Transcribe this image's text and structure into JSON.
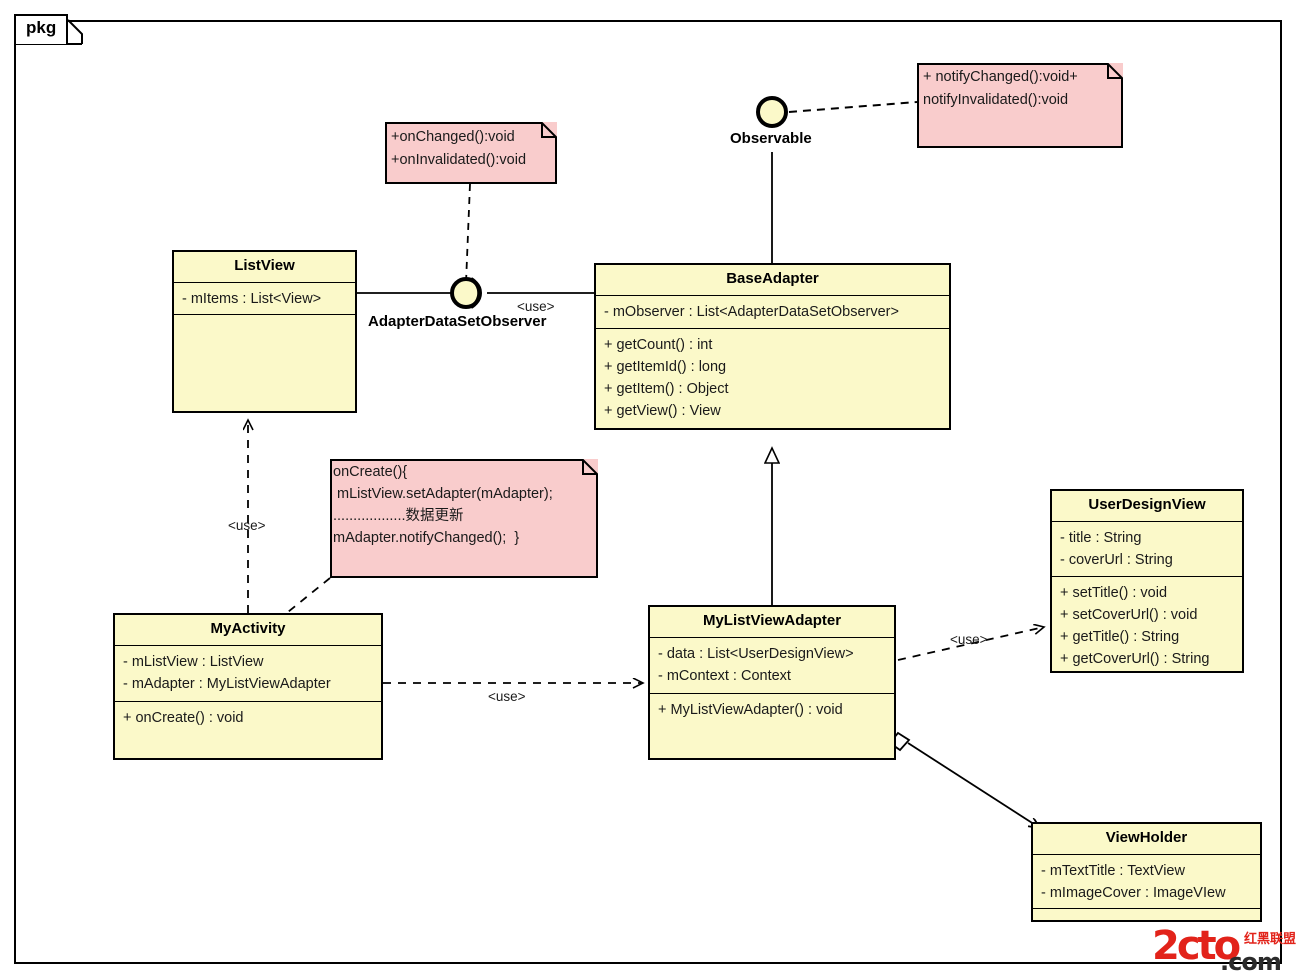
{
  "diagram": {
    "type": "uml-class-diagram",
    "package_label": "pkg",
    "background": "#ffffff",
    "class_fill": "#fbf9c9",
    "note_fill": "#f9cccc",
    "stroke": "#000000"
  },
  "classes": {
    "listview": {
      "name": "ListView",
      "attributes": [
        "- mItems : List<View>"
      ],
      "operations": []
    },
    "base_adapter": {
      "name": "BaseAdapter",
      "attributes": [
        "- mObserver : List<AdapterDataSetObserver>"
      ],
      "operations": [
        "+ getCount() : int",
        "+ getItemId() : long",
        "+ getItem() : Object",
        "+ getView() : View"
      ]
    },
    "my_activity": {
      "name": "MyActivity",
      "attributes": [
        "- mListView : ListView",
        "- mAdapter : MyListViewAdapter"
      ],
      "operations": [
        "+ onCreate() : void"
      ]
    },
    "my_list_view_adapter": {
      "name": "MyListViewAdapter",
      "attributes": [
        "- data : List<UserDesignView>",
        "- mContext : Context"
      ],
      "operations": [
        "+ MyListViewAdapter() : void"
      ]
    },
    "user_design_view": {
      "name": "UserDesignView",
      "attributes": [
        "- title : String",
        "- coverUrl : String"
      ],
      "operations": [
        "+ setTitle() : void",
        "+ setCoverUrl() : void",
        "+ getTitle() : String",
        "+ getCoverUrl() : String"
      ]
    },
    "view_holder": {
      "name": "ViewHolder",
      "attributes": [
        "- mTextTitle : TextView",
        "- mImageCover : ImageVIew"
      ],
      "operations": []
    }
  },
  "interfaces": {
    "observable": {
      "name": "Observable"
    },
    "adapter_data_set_observer": {
      "name": "AdapterDataSetObserver"
    }
  },
  "notes": {
    "observer_callbacks": {
      "lines": [
        "+onChanged():void",
        "+onInvalidated():void"
      ]
    },
    "observable_notify": {
      "lines": [
        "+ notifyChanged():void+",
        "notifyInvalidated():void"
      ]
    },
    "on_create_body": {
      "lines": [
        "onCreate(){",
        " mListView.setAdapter(mAdapter);",
        "..................数据更新",
        "mAdapter.notifyChanged();  }"
      ]
    }
  },
  "connector_labels": {
    "use_adapter_iface": "<use>",
    "use_activity_listview": "<use>",
    "use_activity_adapter": "<use>",
    "use_adapter_userdesignview": "<use>"
  },
  "watermark": {
    "main": "2cto",
    "com": ".com",
    "cn": "红黑联盟"
  }
}
